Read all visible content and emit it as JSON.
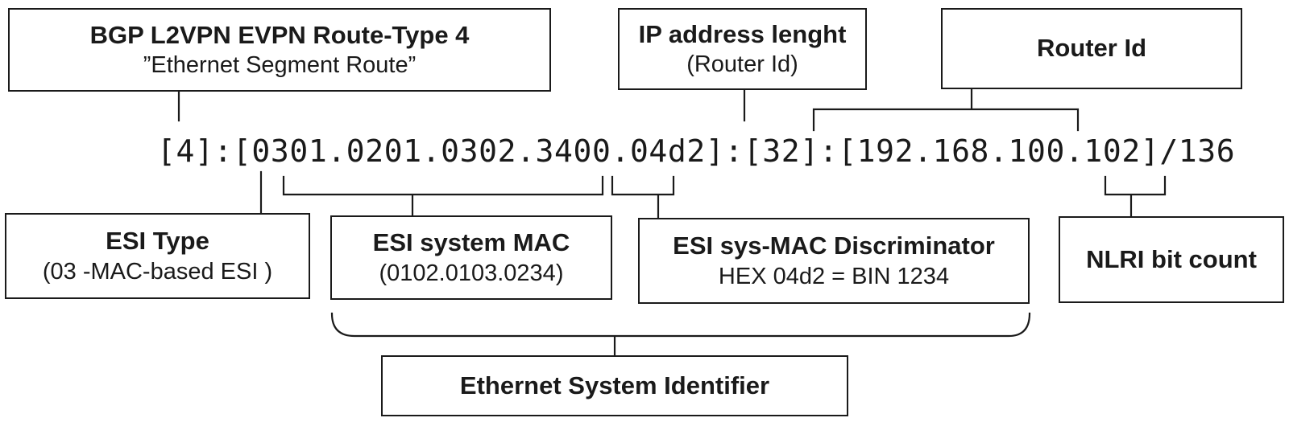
{
  "route_string": "[4]:[0301.0201.0302.3400.04d2]:[32]:[192.168.100.102]/136",
  "boxes": {
    "route_type": {
      "title": "BGP L2VPN EVPN Route-Type 4",
      "sub": "”Ethernet Segment Route”"
    },
    "ip_length": {
      "title": "IP address lenght",
      "sub": "(Router Id)"
    },
    "router_id": {
      "title": "Router Id"
    },
    "esi_type": {
      "title": "ESI Type",
      "sub": "(03 -MAC-based ESI )"
    },
    "esi_mac": {
      "title": "ESI system MAC",
      "sub": "(0102.0103.0234)"
    },
    "esi_disc": {
      "title": "ESI sys-MAC Discriminator",
      "sub": "HEX 04d2 = BIN 1234"
    },
    "nlri": {
      "title": "NLRI bit count"
    },
    "esi": {
      "title": "Ethernet System Identifier"
    }
  }
}
